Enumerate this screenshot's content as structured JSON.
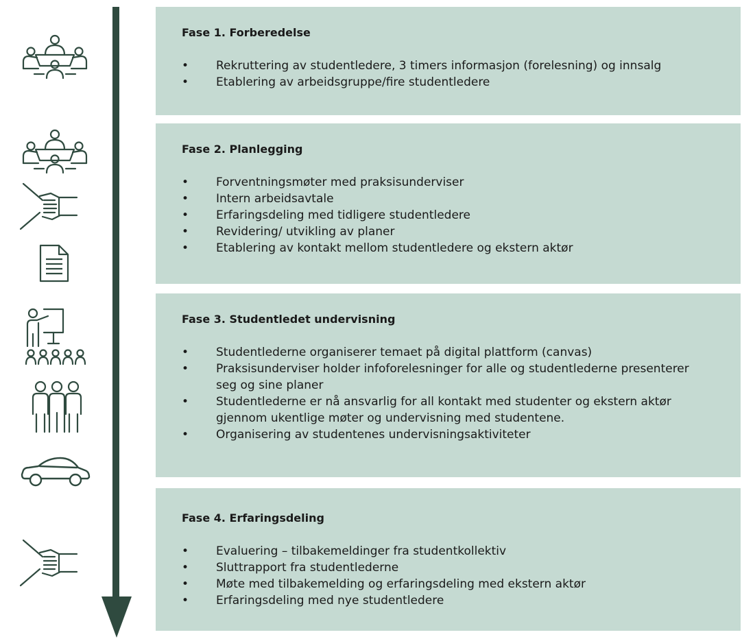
{
  "phases": [
    {
      "title": "Fase 1. Forberedelse",
      "items": [
        "Rekruttering av studentledere, 3 timers informasjon (forelesning) og innsalg",
        "Etablering av arbeidsgruppe/fire studentledere"
      ]
    },
    {
      "title": "Fase 2. Planlegging",
      "items": [
        "Forventningsmøter med praksisunderviser",
        "Intern arbeidsavtale",
        "Erfaringsdeling med tidligere studentledere",
        "Revidering/ utvikling av planer",
        "Etablering av kontakt mellom studentledere og ekstern aktør"
      ]
    },
    {
      "title": "Fase 3. Studentledet undervisning",
      "items": [
        "Studentlederne organiserer temaet på digital plattform (canvas)",
        "Praksisunderviser holder infoforelesninger for alle og studentlederne presenterer seg og sine planer",
        "Studentlederne er nå ansvarlig for all kontakt med studenter og ekstern aktør gjennom ukentlige møter og undervisning med studentene.",
        "Organisering av studentenes undervisningsaktiviteter"
      ]
    },
    {
      "title": "Fase 4. Erfaringsdeling",
      "items": [
        "Evaluering – tilbakemeldinger fra studentkollektiv",
        "Sluttrapport fra studentlederne",
        "Møte med tilbakemelding og erfaringsdeling med ekstern aktør",
        "Erfaringsdeling med nye studentledere"
      ]
    }
  ],
  "bullet_char": "•",
  "colors": {
    "panel": "#c5dad2",
    "arrow": "#2f4a3f",
    "icon_stroke": "#2f4a3f"
  },
  "icons": [
    "meeting-table-icon",
    "meeting-table-icon",
    "handshake-icon",
    "document-icon",
    "presenter-audience-icon",
    "group-people-icon",
    "car-icon",
    "handshake-icon"
  ]
}
